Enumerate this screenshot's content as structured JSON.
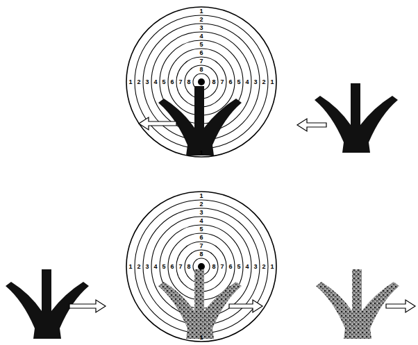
{
  "diagram": {
    "labels": [
      "1",
      "2",
      "3",
      "4",
      "5",
      "6",
      "7",
      "8",
      "1",
      "1",
      "2",
      "3",
      "4",
      "5",
      "6",
      "7",
      "8",
      "8",
      "7",
      "6",
      "5",
      "4",
      "3",
      "2",
      "1",
      "1",
      "2",
      "3",
      "4",
      "5",
      "6",
      "7",
      "8",
      "1",
      "1",
      "2",
      "3",
      "4",
      "5",
      "6",
      "7",
      "8",
      "8",
      "7",
      "6",
      "5",
      "4",
      "3",
      "2",
      "1"
    ]
  }
}
